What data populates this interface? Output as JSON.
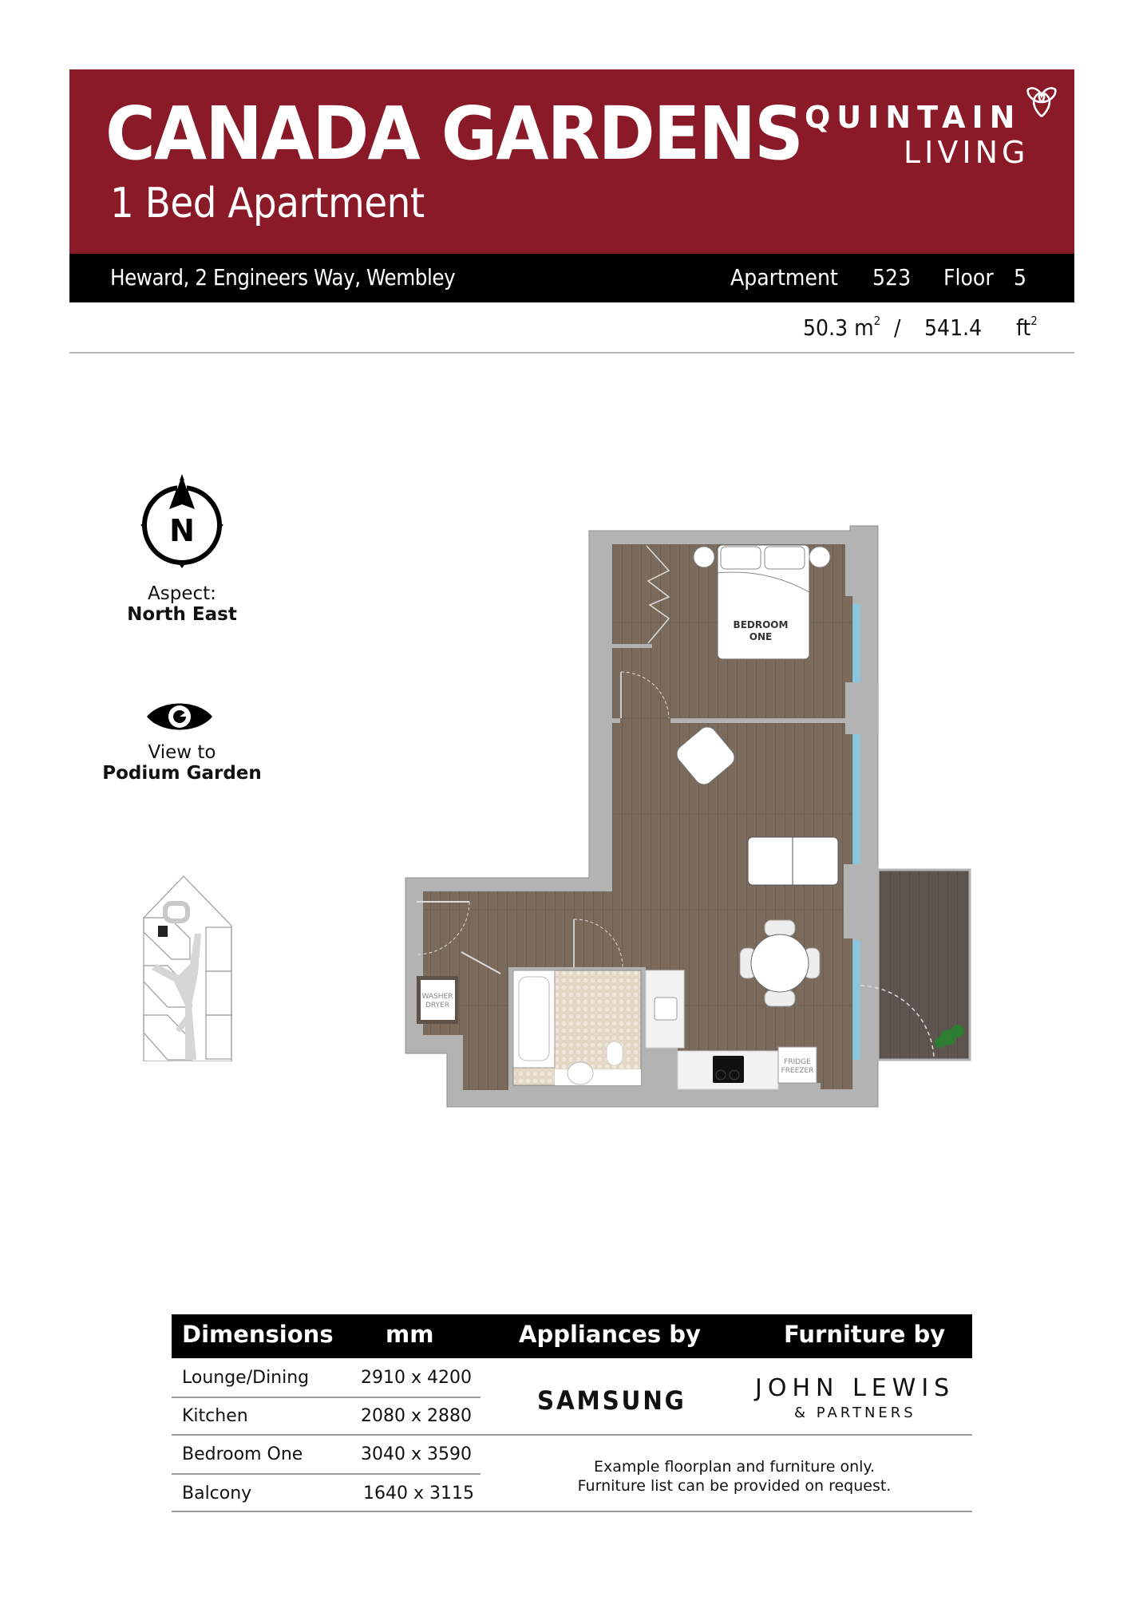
{
  "header": {
    "title": "CANADA GARDENS",
    "subtitle": "1 Bed Apartment",
    "brand": {
      "line1": "QUINTAIN",
      "line2": "LIVING",
      "icon": "trinity-knot-icon"
    },
    "address": "Heward, 2 Engineers Way, Wembley",
    "apartment_label": "Apartment",
    "apartment_number": "523",
    "floor_label": "Floor",
    "floor_number": "5",
    "area_m2": "50.3",
    "area_m2_unit": "m",
    "area_separator": "/",
    "area_ft2": "541.4",
    "area_ft2_unit": "ft",
    "sup": "2",
    "colors": {
      "brand_red": "#8a1a28",
      "bar_black": "#000000"
    }
  },
  "sidebar": {
    "aspect": {
      "icon": "compass-north-icon",
      "compass_letter": "N",
      "label": "Aspect:",
      "value": "North East"
    },
    "view": {
      "icon": "eye-icon",
      "label": "View to",
      "value": "Podium Garden"
    },
    "keyplan": {
      "icon": "site-keyplan"
    }
  },
  "floorplan": {
    "rooms": {
      "bedroom": "BEDROOM\nONE",
      "bedroom_line1": "BEDROOM",
      "bedroom_line2": "ONE",
      "washer_line1": "WASHER",
      "washer_line2": "DRYER",
      "fridge_line1": "FRIDGE",
      "fridge_line2": "FREEZER"
    },
    "colors": {
      "wall": "#b3b3b3",
      "floor": "#7a6b5c",
      "balcony_floor": "#5e5550",
      "glass": "#8cc4dc",
      "tile": "#e8dccb"
    }
  },
  "table": {
    "headers": [
      "Dimensions",
      "mm",
      "Appliances by",
      "Furniture by"
    ],
    "rows": [
      {
        "room": "Lounge/Dining",
        "size": "2910 x 4200"
      },
      {
        "room": "Kitchen",
        "size": "2080 x 2880"
      },
      {
        "room": "Bedroom One",
        "size": "3040 x 3590"
      },
      {
        "room": "Balcony",
        "size": "1640 x 3115"
      }
    ],
    "appliances_brand": "SAMSUNG",
    "furniture_brand_line1": "JOHN LEWIS",
    "furniture_brand_line2": "& PARTNERS",
    "note_line1": "Example floorplan and furniture only.",
    "note_line2": "Furniture list can be provided on request."
  }
}
